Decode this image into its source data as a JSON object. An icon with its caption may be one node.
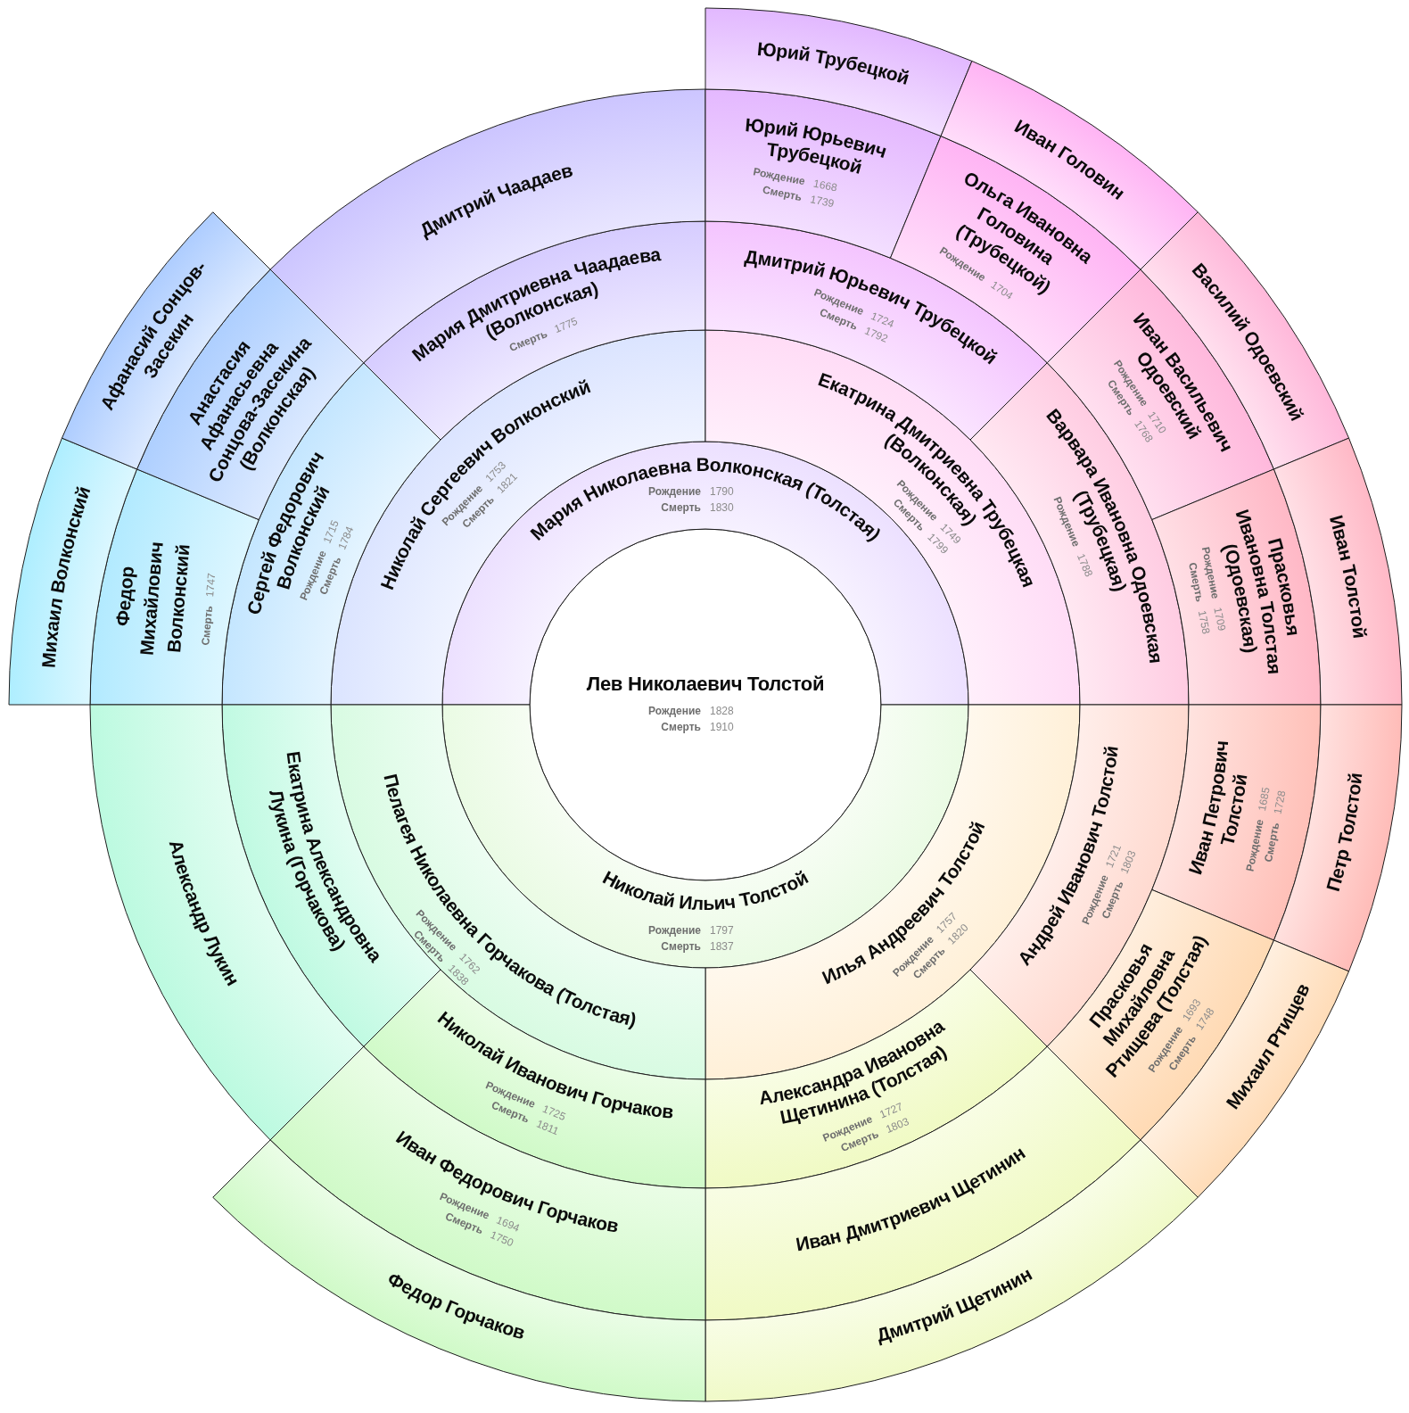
{
  "diagram": {
    "nodes": [
      {
        "text": [
          "Лев Николаевич Толстой",
          "Рождение",
          "1828",
          "Смерть",
          "1910"
        ]
      },
      {
        "text": [
          "Мария Николаевна Волконская (Толстая)",
          "Рождение",
          "1790",
          "Смерть",
          "1830"
        ]
      },
      {
        "text": [
          "Николай Ильич Толстой",
          "Рождение",
          "1797",
          "Смерть",
          "1837"
        ]
      },
      {
        "text": [
          "Николай Сергеевич Волконский",
          "Рождение",
          "1753",
          "Смерть",
          "1821"
        ]
      },
      {
        "text": [
          "Екатрина Дмитриевна Трубецкая (Волконская)",
          "Рождение",
          "1749",
          "Смерть",
          "1799"
        ]
      },
      {
        "text": [
          "Илья Андреевич Толстой",
          "Рождение",
          "1757",
          "Смерть",
          "1820"
        ]
      },
      {
        "text": [
          "Пелагея Николаевна Горчакова (Толстая)",
          "Рождение",
          "1762",
          "Смерть",
          "1838"
        ]
      },
      {
        "text": [
          "Сергей Федорович Волконский",
          "Рождение",
          "1715",
          "Смерть",
          "1784"
        ]
      },
      {
        "text": [
          "Мария Дмитриевна Чаадаева (Волконская)",
          "Смерть",
          "1775"
        ]
      },
      {
        "text": [
          "Дмитрий Юрьевич Трубецкой",
          "Рождение",
          "1724",
          "Смерть",
          "1792"
        ]
      },
      {
        "text": [
          "Варвара Ивановна Одоевская (Трубецкая)",
          "Рождение",
          "1788"
        ]
      },
      {
        "text": [
          "Андрей Иванович Толстой",
          "Рождение",
          "1721",
          "Смерть",
          "1803"
        ]
      },
      {
        "text": [
          "Александра Ивановна Щетинина (Толстая)",
          "Рождение",
          "1727",
          "Смерть",
          "1803"
        ]
      },
      {
        "text": [
          "Николай Иванович Горчаков",
          "Рождение",
          "1725",
          "Смерть",
          "1811"
        ]
      },
      {
        "text": [
          "Екатрина Александровна Лукина (Горчакова)"
        ]
      },
      {
        "text": [
          "Федор Михайлович Волконский",
          "Смерть",
          "1747"
        ]
      },
      {
        "text": [
          "Анастасия Афанасьевна Сонцова-Засекина (Волконская)"
        ]
      },
      {
        "text": [
          "Дмитрий Чаадаев"
        ]
      },
      {
        "text": [
          "Юрий Юрьевич Трубецкой",
          "Рождение",
          "1668",
          "Смерть",
          "1739"
        ]
      },
      {
        "text": [
          "Ольга Ивановна Головина (Трубецкой)",
          "Рождение",
          "1704"
        ]
      },
      {
        "text": [
          "Иван Васильевич Одоевский",
          "Рождение",
          "1710",
          "Смерть",
          "1768"
        ]
      },
      {
        "text": [
          "Прасковья Ивановна Толстая (Одоевская)",
          "Рождение",
          "1709",
          "Смерть",
          "1758"
        ]
      },
      {
        "text": [
          "Иван Петрович Толстой",
          "Рождение",
          "1685",
          "Смерть",
          "1728"
        ]
      },
      {
        "text": [
          "Прасковья Михайловна Ртищева (Толстая)",
          "Рождение",
          "1693",
          "Смерть",
          "1748"
        ]
      },
      {
        "text": [
          "Иван Дмитриевич Щетинин"
        ]
      },
      {
        "text": [
          "Иван Федорович Горчаков",
          "Рождение",
          "1694",
          "Смерть",
          "1750"
        ]
      },
      {
        "text": [
          "Александр Лукин"
        ]
      },
      {
        "text": [
          "Михаил Волконский"
        ]
      },
      {
        "text": [
          "Афанасий Сонцов-Засекин"
        ]
      },
      {
        "text": [
          "Юрий Трубецкой"
        ]
      },
      {
        "text": [
          "Иван Головин"
        ]
      },
      {
        "text": [
          "Василий Одоевский"
        ]
      },
      {
        "text": [
          "Иван Толстой"
        ]
      },
      {
        "text": [
          "Петр Толстой"
        ]
      },
      {
        "text": [
          "Михаил Ртищев"
        ]
      },
      {
        "text": [
          "Дмитрий Щетинин"
        ]
      },
      {
        "text": [
          "Федор Горчаков"
        ]
      }
    ]
  }
}
